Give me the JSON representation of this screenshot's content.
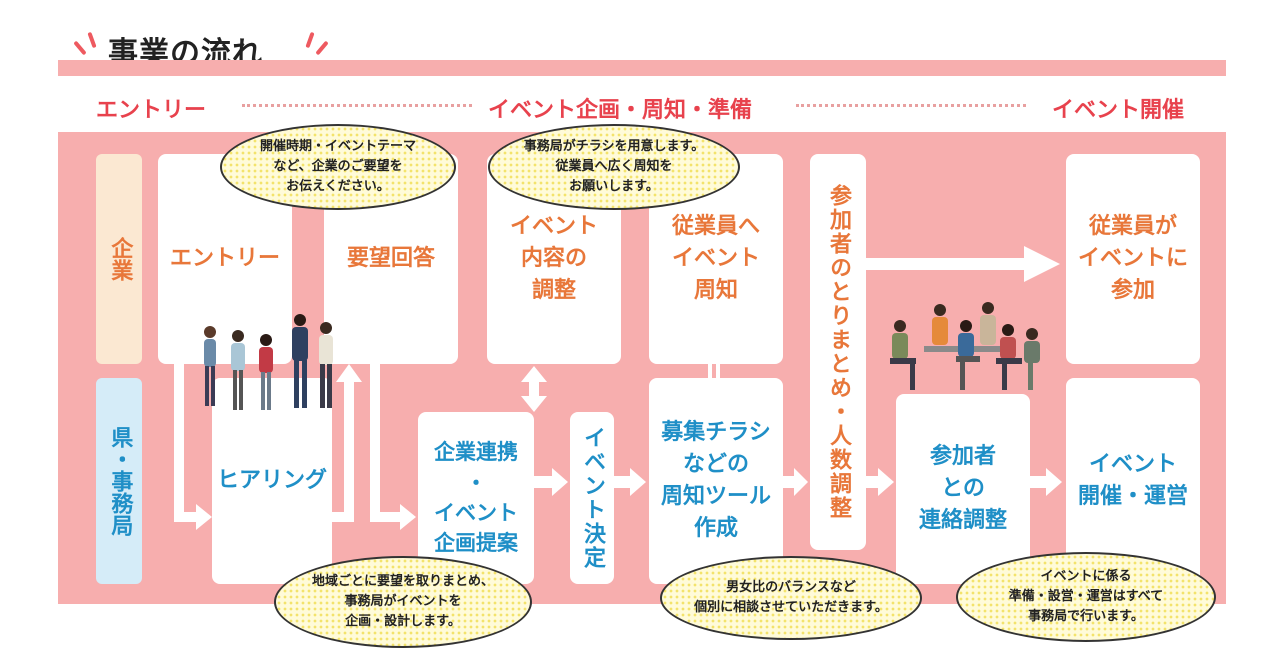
{
  "heading": "事業の流れ",
  "phases": {
    "entry": "エントリー",
    "plan": "イベント企画・周知・準備",
    "event": "イベント開催"
  },
  "rows": {
    "company": "企業",
    "office": "県・事務局"
  },
  "boxes": {
    "entry": "エントリー",
    "request_answer": "要望回答",
    "content_adjust": "イベント\n内容の\n調整",
    "notify_staff": "従業員へ\nイベント\n周知",
    "compile_participants": "参加者のとりまとめ・人数調整",
    "staff_join": "従業員が\nイベントに\n参加",
    "hearing": "ヒアリング",
    "proposal": "企業連携\n・\nイベント\n企画提案",
    "decision": "イベント決定",
    "flyer": "募集チラシ\nなどの\n周知ツール\n作成",
    "contact": "参加者\nとの\n連絡調整",
    "run_event": "イベント\n開催・運営"
  },
  "bubbles": {
    "timing": "開催時期・イベントテーマ\nなど、企業のご要望を\nお伝えください。",
    "flyer_prep": "事務局がチラシを用意します。\n従業員へ広く周知を\nお願いします。",
    "regional": "地域ごとに要望を取りまとめ、\n事務局がイベントを\n企画・設計します。",
    "balance": "男女比のバランスなど\n個別に相談させていただきます。",
    "operation": "イベントに係る\n準備・設営・運営はすべて\n事務局で行います。"
  },
  "colors": {
    "accent_red": "#e8424d",
    "panel_pink": "#f7aeae",
    "company_orange": "#e8773a",
    "office_blue": "#1f8fc7"
  }
}
